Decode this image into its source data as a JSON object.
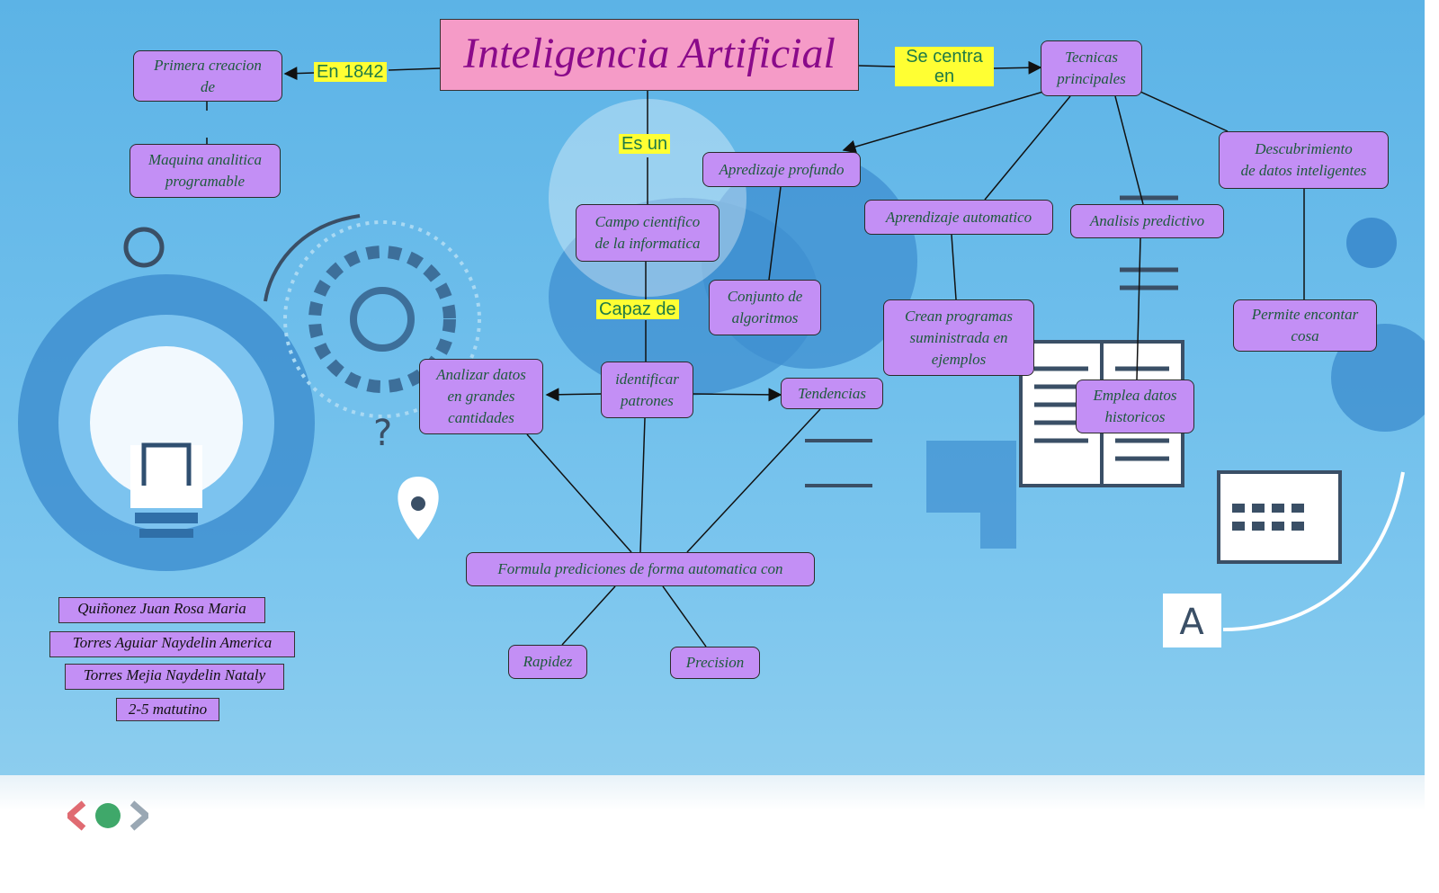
{
  "title": "Inteligencia Artificial",
  "links": {
    "en_1842": "En 1842",
    "se_centra_en": "Se centra\nen",
    "es_un": "Es un",
    "capaz_de": "Capaz de"
  },
  "nodes": {
    "primera_creacion": "Primera creacion\nde",
    "maquina_analitica": "Maquina analitica\nprogramable",
    "tecnicas_principales": "Tecnicas\nprincipales",
    "aprendizaje_profundo": "Apredizaje profundo",
    "campo_cientifico": "Campo cientifico\nde la informatica",
    "aprendizaje_automatico": "Aprendizaje automatico",
    "analisis_predictivo": "Analisis predictivo",
    "descubrimiento": "Descubrimiento\nde datos inteligentes",
    "conjunto_algoritmos": "Conjunto de\nalgoritmos",
    "crean_programas": "Crean programas\nsuministrada en\nejemplos",
    "permite_encontrar": "Permite encontar\ncosa",
    "analizar_datos": "Analizar datos\nen grandes\ncantidades",
    "identificar_patrones": "identificar\npatrones",
    "tendencias": "Tendencias",
    "emplea_datos": "Emplea datos\nhistoricos",
    "formula_predicciones": "Formula prediciones de forma automatica con",
    "rapidez": "Rapidez",
    "precision": "Precision"
  },
  "authors": [
    "Quiñonez Juan Rosa Maria",
    "Torres Aguiar Naydelin America",
    "Torres Mejia Naydelin Nataly",
    "2-5 matutino"
  ],
  "colors": {
    "node_fill": "#c38ff5",
    "title_fill": "#f59bc7",
    "title_text": "#8a0a8a",
    "node_text": "#1e5a3c",
    "link_fill": "#ffff33",
    "link_text": "#1f7a45",
    "background": "#6cbdeb"
  }
}
